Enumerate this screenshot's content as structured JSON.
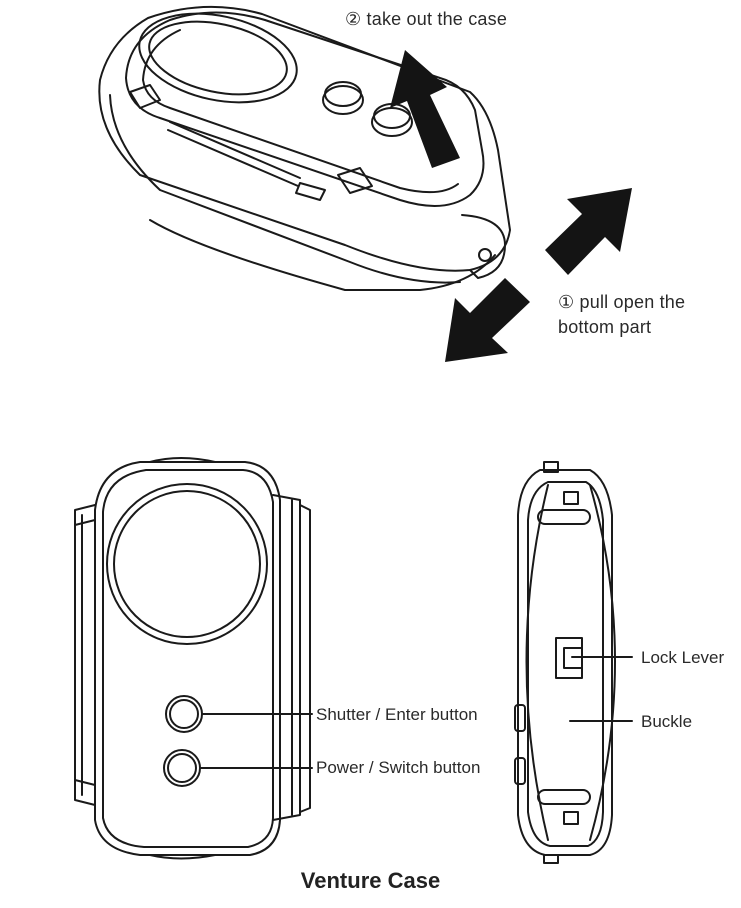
{
  "steps": {
    "take_out": "② take out the case",
    "pull_open_line1": "① pull open the",
    "pull_open_line2": "bottom part"
  },
  "callouts": {
    "shutter": "Shutter / Enter button",
    "power": "Power / Switch button",
    "lock_lever": "Lock Lever",
    "buckle": "Buckle"
  },
  "title": "Venture Case",
  "colors": {
    "line": "#1a1a1a",
    "arrow": "#141414",
    "background": "#ffffff"
  }
}
